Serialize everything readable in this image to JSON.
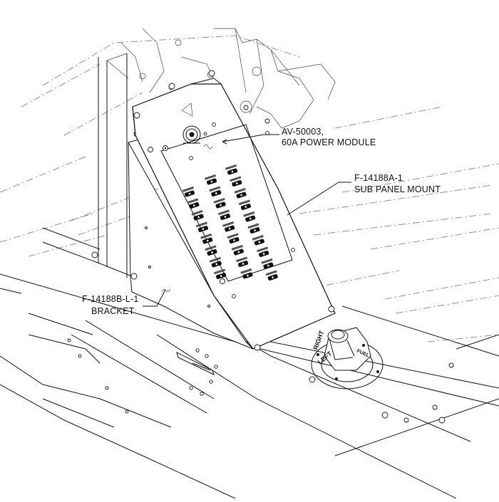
{
  "callouts": {
    "power_module": {
      "line1": "AV-50003,",
      "line2": "60A POWER MODULE"
    },
    "sub_panel": {
      "line1": "F-14188A-1",
      "line2": "SUB PANEL MOUNT"
    },
    "bracket": {
      "line1": "F-14188B-L-1",
      "line2": "BRACKET"
    }
  },
  "fuel_selector": {
    "word_left": "LEFT",
    "word_right": "RIGHT",
    "word_fuel": "FUEL"
  }
}
